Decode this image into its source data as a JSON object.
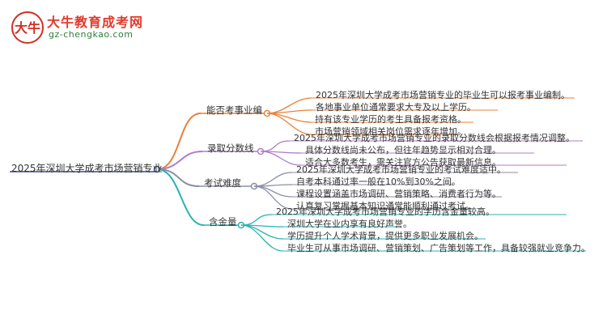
{
  "logo": {
    "title": "大牛教育成考网",
    "url": "gz-chengkao.com",
    "mark_text": "大牛"
  },
  "root": {
    "label": "2025年深圳大学成考市场营销专业"
  },
  "branches": [
    {
      "label": "能否考事业编",
      "color": "#e8823a",
      "leaves": [
        "2025年深圳大学成考市场营销专业的毕业生可以报考事业编制。",
        "各地事业单位通常要求大专及以上学历。",
        "持有该专业学历的考生具备报考资格。",
        "市场营销领域相关岗位需求逐年增加。"
      ]
    },
    {
      "label": "录取分数线",
      "color": "#b07cc6",
      "leaves": [
        "2025年深圳大学成考市场营销专业的录取分数线会根据报考情况调整。",
        "具体分数线尚未公布，但往年趋势显示相对合理。",
        "适合大多数考生，需关注官方公告获取最新信息。"
      ]
    },
    {
      "label": "考试难度",
      "color": "#8a8fa3",
      "leaves": [
        "2025年深圳大学成考市场营销专业的考试难度适中。",
        "自考本科通过率一般在10%到30%之间。",
        "课程设置涵盖市场调研、营销策略、消费者行为等。",
        "认真复习掌握基本知识通常能顺利通过考试。"
      ]
    },
    {
      "label": "含金量",
      "color": "#2bb3b1",
      "leaves": [
        "2025年深圳大学成考市场营销专业的学历含金量较高。",
        "深圳大学在业内享有良好声誉。",
        "学历提升个人学术背景，提供更多职业发展机会。",
        "毕业生可从事市场调研、营销策划、广告策划等工作，具备较强就业竞争力。"
      ]
    }
  ]
}
